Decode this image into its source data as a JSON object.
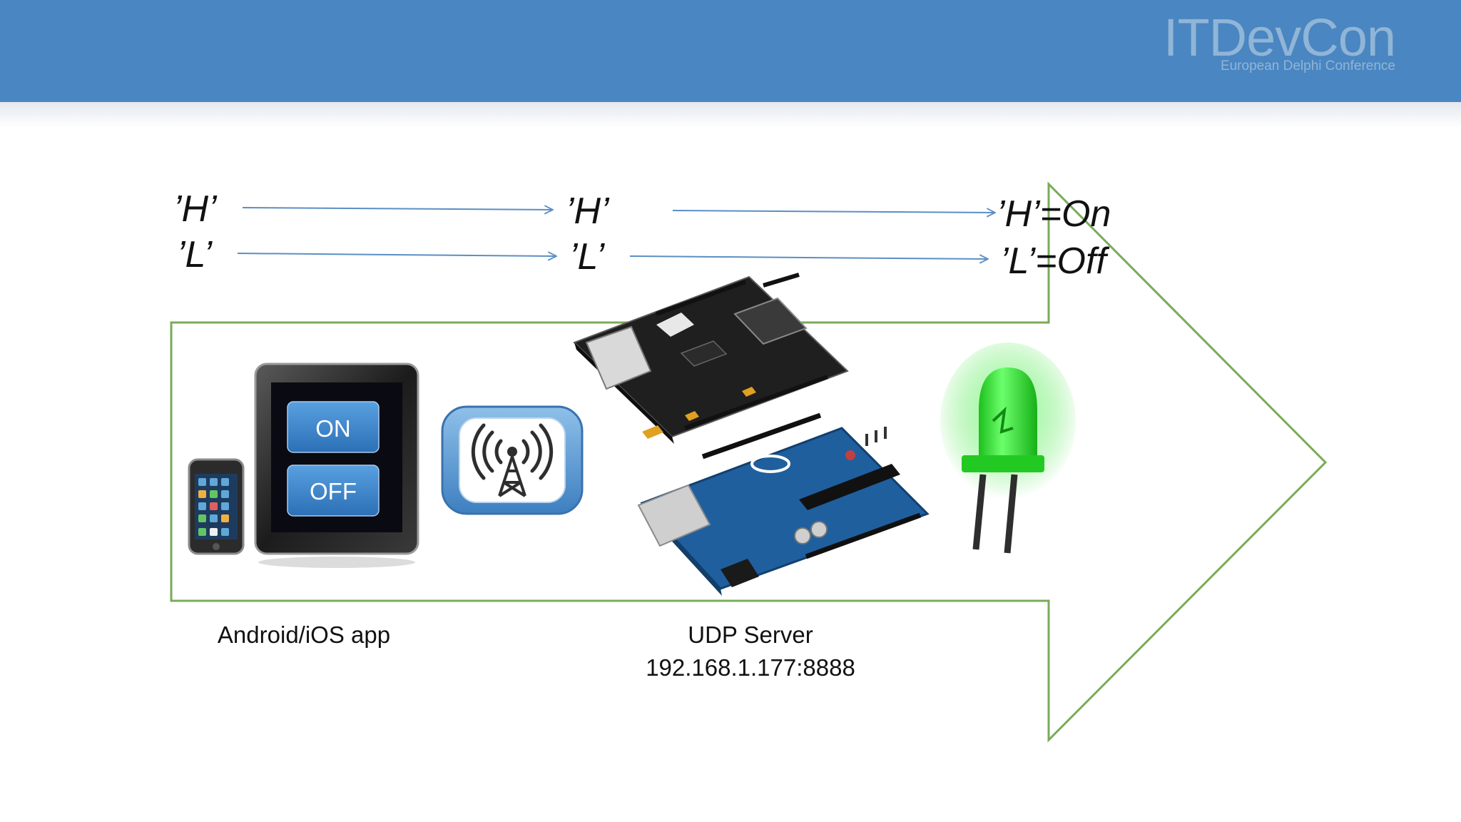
{
  "header": {
    "logo_main": "ITDevCon",
    "logo_sub": "European Delphi Conference"
  },
  "messages": {
    "app_h": "’H’",
    "app_l": "’L’",
    "server_h": "’H’",
    "server_l": "’L’",
    "led_h": "’H’=On",
    "led_l": "’L’=Off"
  },
  "app_buttons": {
    "on": "ON",
    "off": "OFF"
  },
  "captions": {
    "app": "Android/iOS app",
    "server_line1": "UDP Server",
    "server_line2": "192.168.1.177:8888"
  },
  "colors": {
    "header": "#4a86c1",
    "arrow_outline": "#7aab58",
    "message_arrows": "#5b8fc4",
    "app_button": "#3f86c8",
    "led": "#2ee02e"
  }
}
